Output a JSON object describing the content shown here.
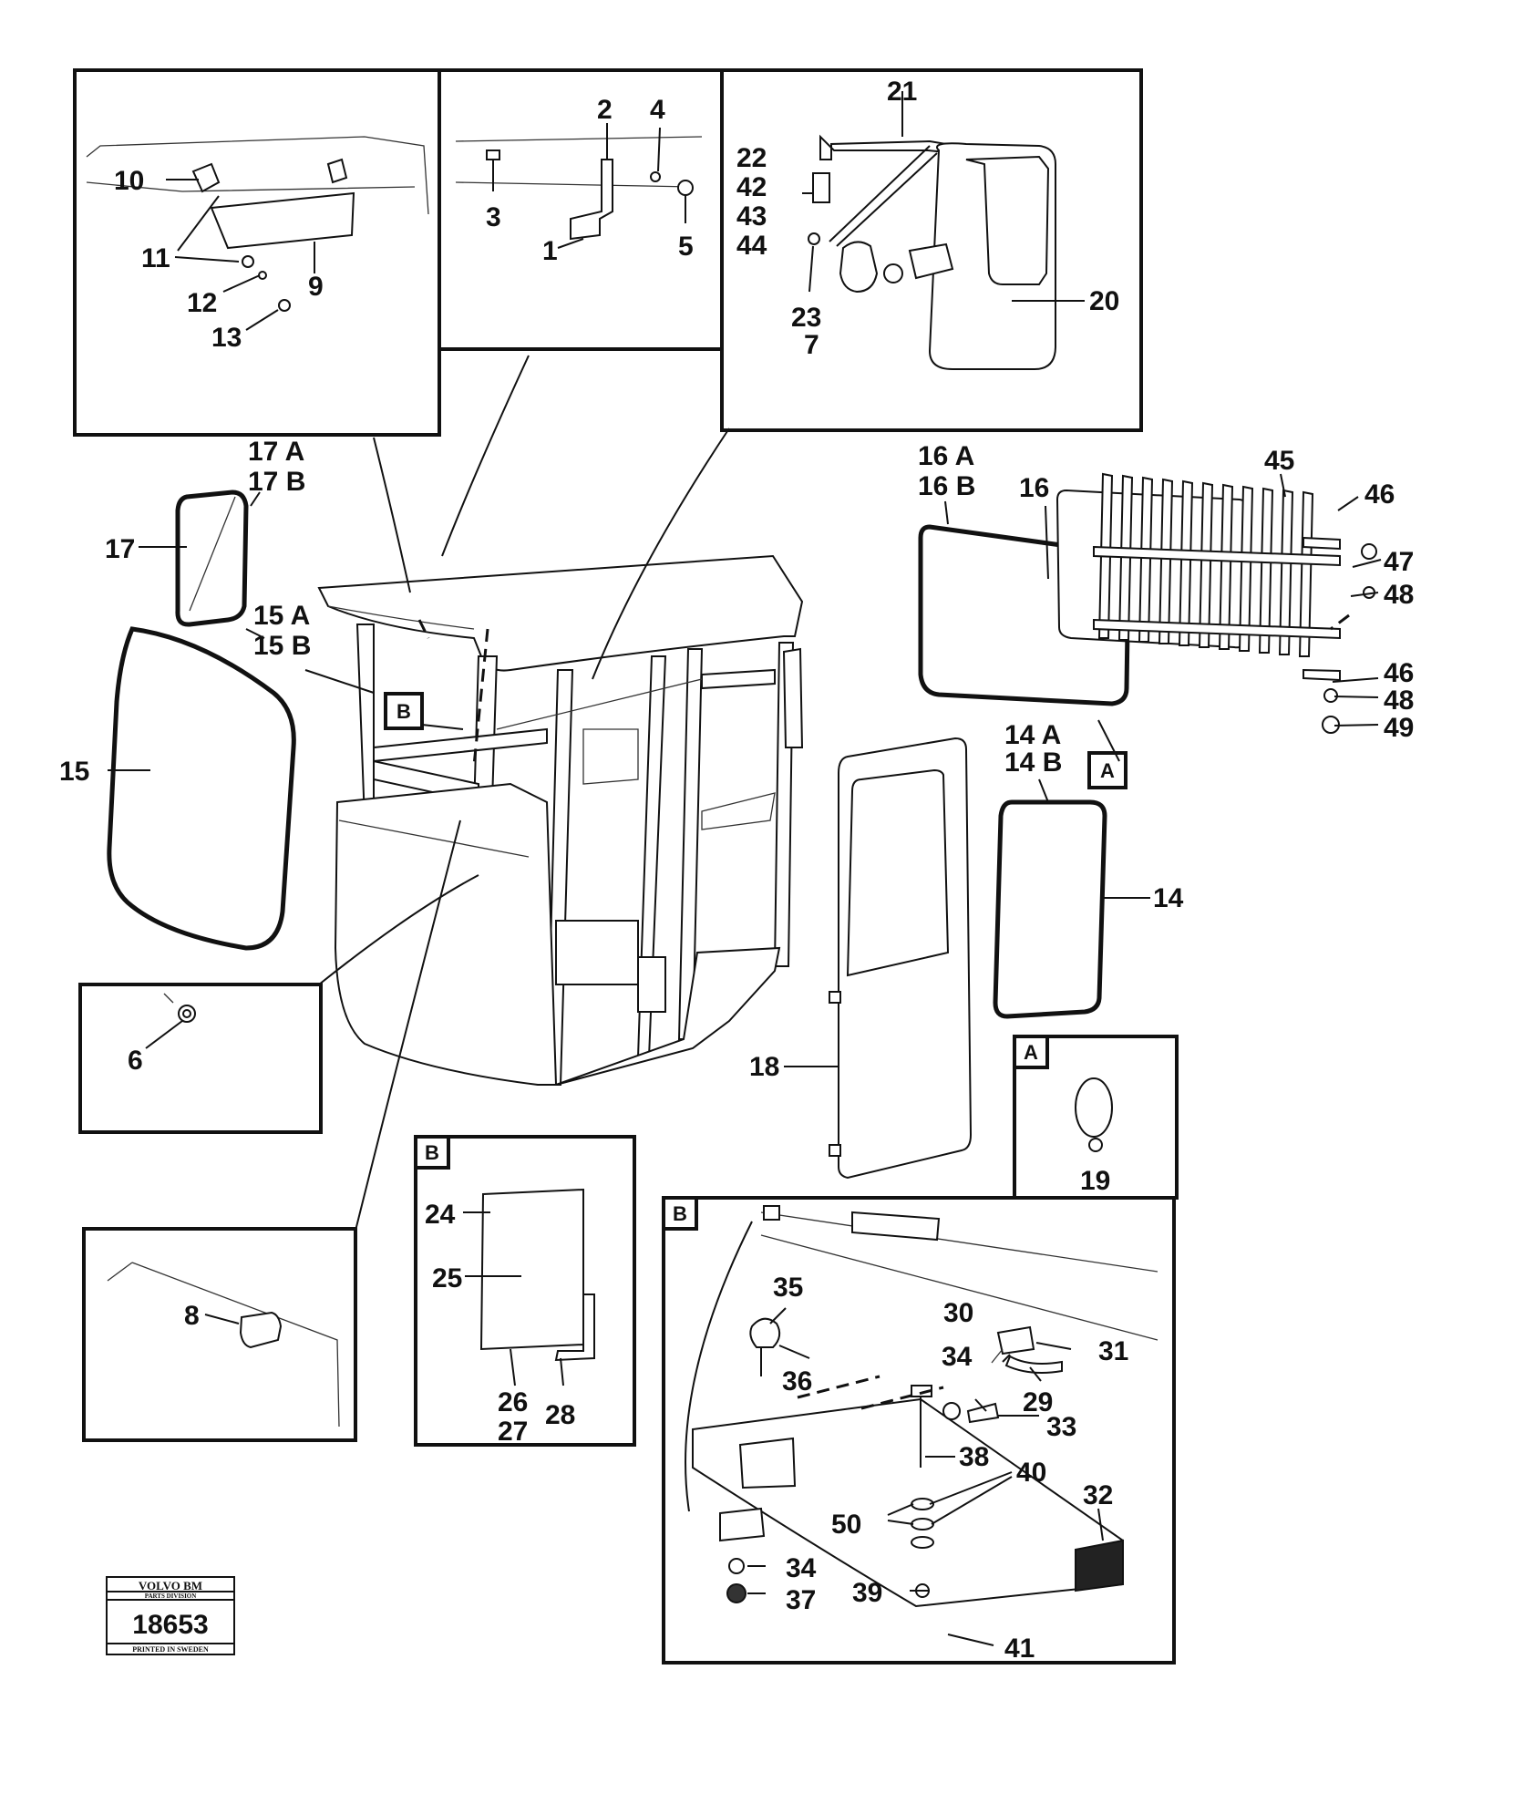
{
  "callouts": [
    {
      "id": "c1",
      "text": "1"
    },
    {
      "id": "c2",
      "text": "2"
    },
    {
      "id": "c3",
      "text": "3"
    },
    {
      "id": "c4",
      "text": "4"
    },
    {
      "id": "c5",
      "text": "5"
    },
    {
      "id": "c6",
      "text": "6"
    },
    {
      "id": "c7",
      "text": "7"
    },
    {
      "id": "c8",
      "text": "8"
    },
    {
      "id": "c9",
      "text": "9"
    },
    {
      "id": "c10",
      "text": "10"
    },
    {
      "id": "c11",
      "text": "11"
    },
    {
      "id": "c12",
      "text": "12"
    },
    {
      "id": "c13",
      "text": "13"
    },
    {
      "id": "c14",
      "text": "14"
    },
    {
      "id": "c14a",
      "text": "14 A"
    },
    {
      "id": "c14b",
      "text": "14 B"
    },
    {
      "id": "c15",
      "text": "15"
    },
    {
      "id": "c15a",
      "text": "15 A"
    },
    {
      "id": "c15b",
      "text": "15 B"
    },
    {
      "id": "c16",
      "text": "16"
    },
    {
      "id": "c16a",
      "text": "16 A"
    },
    {
      "id": "c16b",
      "text": "16 B"
    },
    {
      "id": "c17",
      "text": "17"
    },
    {
      "id": "c17a",
      "text": "17 A"
    },
    {
      "id": "c17b",
      "text": "17 B"
    },
    {
      "id": "c18",
      "text": "18"
    },
    {
      "id": "c19",
      "text": "19"
    },
    {
      "id": "c20",
      "text": "20"
    },
    {
      "id": "c21",
      "text": "21"
    },
    {
      "id": "c22",
      "text": "22"
    },
    {
      "id": "c23",
      "text": "23"
    },
    {
      "id": "c24",
      "text": "24"
    },
    {
      "id": "c25",
      "text": "25"
    },
    {
      "id": "c26",
      "text": "26"
    },
    {
      "id": "c27",
      "text": "27"
    },
    {
      "id": "c28",
      "text": "28"
    },
    {
      "id": "c29",
      "text": "29"
    },
    {
      "id": "c30",
      "text": "30"
    },
    {
      "id": "c31",
      "text": "31"
    },
    {
      "id": "c32",
      "text": "32"
    },
    {
      "id": "c33",
      "text": "33"
    },
    {
      "id": "c34a",
      "text": "34"
    },
    {
      "id": "c34b",
      "text": "34"
    },
    {
      "id": "c35",
      "text": "35"
    },
    {
      "id": "c36",
      "text": "36"
    },
    {
      "id": "c37",
      "text": "37"
    },
    {
      "id": "c38",
      "text": "38"
    },
    {
      "id": "c39",
      "text": "39"
    },
    {
      "id": "c40",
      "text": "40"
    },
    {
      "id": "c41",
      "text": "41"
    },
    {
      "id": "c42",
      "text": "42"
    },
    {
      "id": "c43",
      "text": "43"
    },
    {
      "id": "c44",
      "text": "44"
    },
    {
      "id": "c45",
      "text": "45"
    },
    {
      "id": "c46a",
      "text": "46"
    },
    {
      "id": "c46b",
      "text": "46"
    },
    {
      "id": "c47",
      "text": "47"
    },
    {
      "id": "c48a",
      "text": "48"
    },
    {
      "id": "c48b",
      "text": "48"
    },
    {
      "id": "c49",
      "text": "49"
    },
    {
      "id": "c50",
      "text": "50"
    }
  ],
  "box_labels": {
    "main_b": "B",
    "main_a": "A",
    "detail_a": "A",
    "detail_b_small": "B",
    "detail_b_large": "B"
  },
  "logo": {
    "brand": "VOLVO BM",
    "division": "PARTS DIVISION",
    "number": "18653",
    "printed": "PRINTED IN SWEDEN"
  }
}
